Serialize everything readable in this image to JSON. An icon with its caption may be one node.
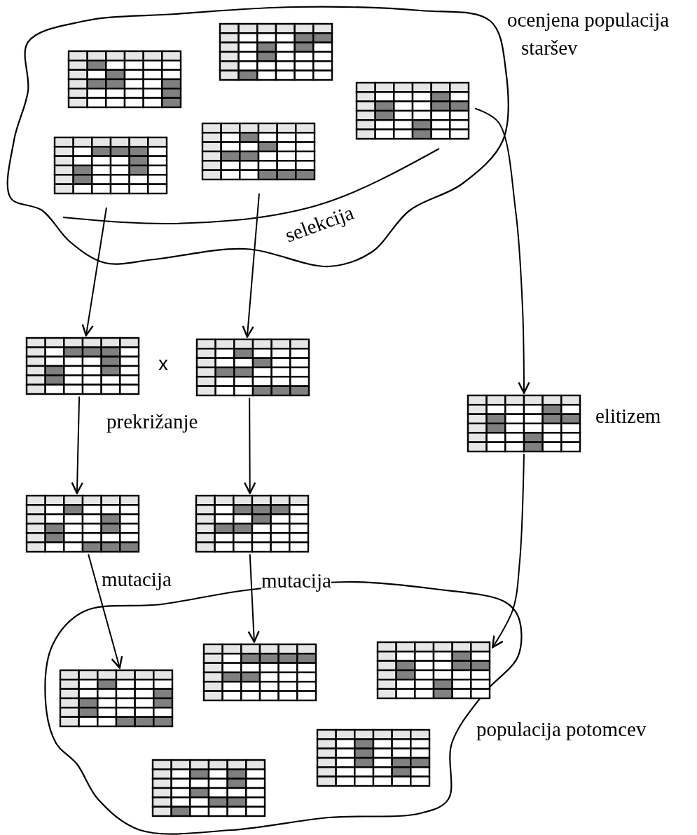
{
  "diagram": {
    "nodes": [
      {
        "text": [
          "ocenjena populacija staršev"
        ]
      },
      {
        "text": [],
        "shape": "grid",
        "in": 0
      },
      {
        "text": [],
        "shape": "grid",
        "in": 0
      },
      {
        "text": [],
        "shape": "grid",
        "in": 0
      },
      {
        "text": [],
        "shape": "grid",
        "in": 0
      },
      {
        "text": [],
        "shape": "grid",
        "in": 0
      },
      {
        "text": [],
        "shape": "grid"
      },
      {
        "text": [],
        "shape": "grid"
      },
      {
        "text": [],
        "shape": "grid",
        "beside": [
          "elitizem"
        ]
      },
      {
        "text": [],
        "shape": "grid"
      },
      {
        "text": [],
        "shape": "grid"
      },
      {
        "text": [
          "populacija potomcev"
        ]
      },
      {
        "text": [],
        "shape": "grid",
        "in": 11
      },
      {
        "text": [],
        "shape": "grid",
        "in": 11
      },
      {
        "text": [],
        "shape": "grid",
        "in": 11
      },
      {
        "text": [],
        "shape": "grid",
        "in": 11
      },
      {
        "text": [],
        "shape": "grid",
        "in": 11
      }
    ],
    "edges": [
      {
        "from": null,
        "to": 6,
        "arrow": "to"
      },
      {
        "from": null,
        "to": 7,
        "arrow": "to"
      },
      {
        "from": 3,
        "to": 8,
        "arrow": "to"
      },
      {
        "from": 6,
        "to": 9,
        "arrow": "to"
      },
      {
        "from": 7,
        "to": 10,
        "arrow": "to"
      },
      {
        "from": 9,
        "to": 12,
        "arrow": "to",
        "label": "mutacija"
      },
      {
        "from": 10,
        "to": 13,
        "arrow": "to",
        "label": "mutacija"
      },
      {
        "from": 8,
        "to": 14,
        "arrow": "to"
      }
    ],
    "labels": [
      "selekcija",
      "x",
      "prekrižanje"
    ]
  }
}
